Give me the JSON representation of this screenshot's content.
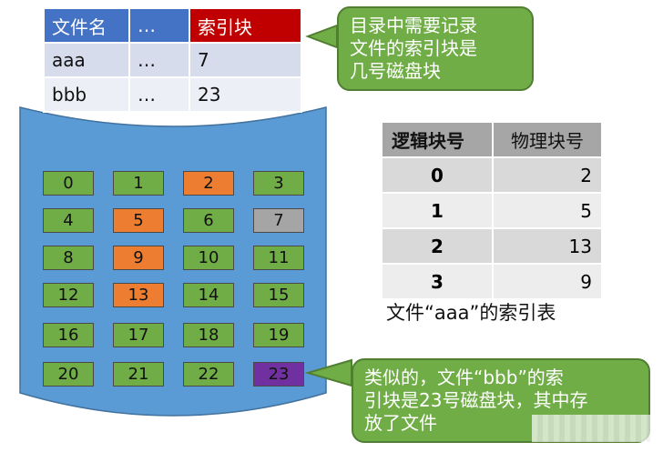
{
  "directory": {
    "headers": [
      "文件名",
      "…",
      "索引块"
    ],
    "rows": [
      [
        "aaa",
        "…",
        "7"
      ],
      [
        "bbb",
        "…",
        "23"
      ]
    ]
  },
  "callout_top": {
    "lines": [
      "目录中需要记录",
      "文件的索引块是",
      "几号磁盘块"
    ]
  },
  "index_table": {
    "headers": [
      "逻辑块号",
      "物理块号"
    ],
    "rows": [
      [
        "0",
        "2"
      ],
      [
        "1",
        "5"
      ],
      [
        "2",
        "13"
      ],
      [
        "3",
        "9"
      ]
    ],
    "caption": "文件“aaa”的索引表"
  },
  "callout_bottom": {
    "lines": [
      "类似的，文件“bbb”的索",
      "引块是23号磁盘块，其中存",
      "放了文件"
    ]
  },
  "disk": {
    "blocks": [
      {
        "n": "0",
        "color": "#70ad47"
      },
      {
        "n": "1",
        "color": "#70ad47"
      },
      {
        "n": "2",
        "color": "#ed7d31"
      },
      {
        "n": "3",
        "color": "#70ad47"
      },
      {
        "n": "4",
        "color": "#70ad47"
      },
      {
        "n": "5",
        "color": "#ed7d31"
      },
      {
        "n": "6",
        "color": "#70ad47"
      },
      {
        "n": "7",
        "color": "#a5a5a5"
      },
      {
        "n": "8",
        "color": "#70ad47"
      },
      {
        "n": "9",
        "color": "#ed7d31"
      },
      {
        "n": "10",
        "color": "#70ad47"
      },
      {
        "n": "11",
        "color": "#70ad47"
      },
      {
        "n": "12",
        "color": "#70ad47"
      },
      {
        "n": "13",
        "color": "#ed7d31"
      },
      {
        "n": "14",
        "color": "#70ad47"
      },
      {
        "n": "15",
        "color": "#70ad47"
      },
      {
        "n": "16",
        "color": "#70ad47"
      },
      {
        "n": "17",
        "color": "#70ad47"
      },
      {
        "n": "18",
        "color": "#70ad47"
      },
      {
        "n": "19",
        "color": "#70ad47"
      },
      {
        "n": "20",
        "color": "#70ad47"
      },
      {
        "n": "21",
        "color": "#70ad47"
      },
      {
        "n": "22",
        "color": "#70ad47"
      },
      {
        "n": "23",
        "color": "#7030a0"
      }
    ]
  },
  "colors": {
    "cylinder": "#5b9bd5",
    "header_blue": "#4472c4",
    "header_red": "#c00000",
    "callout_green": "#70ad47"
  }
}
